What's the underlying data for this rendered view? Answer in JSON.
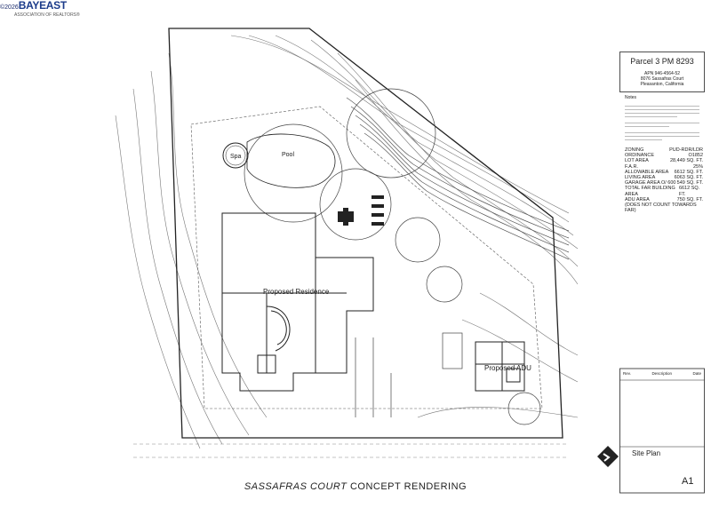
{
  "brand": {
    "year": "©2026",
    "logo": "BAYEAST",
    "association": "ASSOCIATION OF REALTORS®"
  },
  "title_block": {
    "parcel": "Parcel 3 PM 8293",
    "apn": "APN 946-4564-52",
    "address_line1": "8076 Sassafras Court",
    "address_line2": "Pleasanton, California",
    "notes_heading": "Notes",
    "zoning_rows": [
      {
        "label": "ZONING",
        "value": "PUD-RDR/LDR"
      },
      {
        "label": "ORDINANCE",
        "value": "O1852"
      },
      {
        "label": "LOT AREA",
        "value": "28,449 SQ. FT."
      },
      {
        "label": "F.A.R.",
        "value": "25%"
      },
      {
        "label": "ALLOWABLE AREA",
        "value": "6612 SQ. FT."
      },
      {
        "label": "LIVING AREA",
        "value": "6063 SQ. FT."
      },
      {
        "label": "GARAGE AREA O/ 600",
        "value": "549 SQ. FT."
      },
      {
        "label": "TOTAL FAR BUILDING AREA",
        "value": "6612 SQ. FT."
      },
      {
        "label": "ADU AREA",
        "value": "750 SQ. FT."
      },
      {
        "label": "",
        "value": "(DOES NOT COUNT TOWARDS FAR)"
      }
    ],
    "revision_headers": [
      "Rev.",
      "Description",
      "Date"
    ],
    "sheet_title": "Site Plan",
    "sheet_id": "A1"
  },
  "plan_labels": {
    "spa": "Spa",
    "pool": "Pool",
    "residence": "Proposed Residence",
    "adu": "Proposed ADU"
  },
  "caption": {
    "italic": "SASSAFRAS COURT",
    "normal": "CONCEPT RENDERING"
  }
}
